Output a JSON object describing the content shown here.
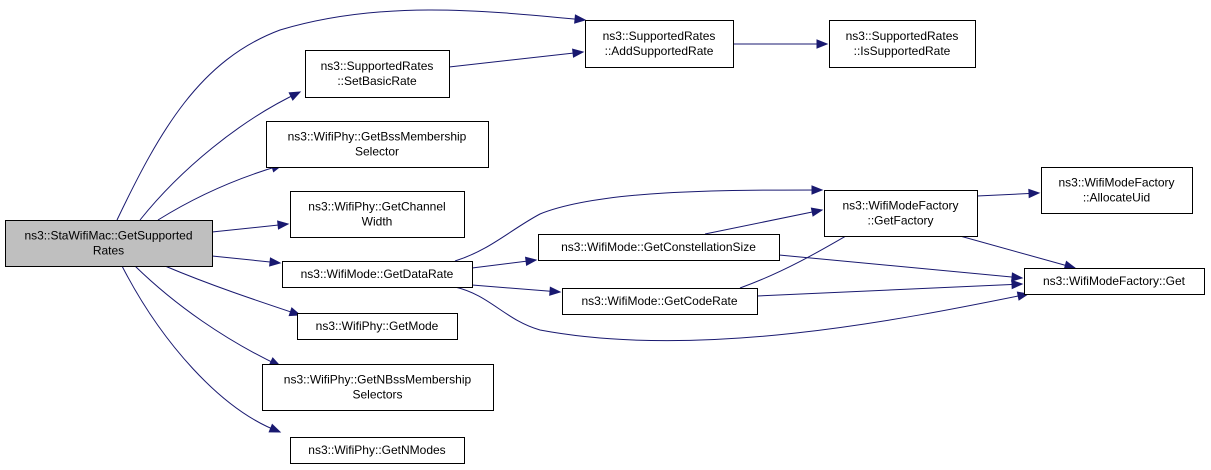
{
  "diagram": {
    "type": "call-graph",
    "colors": {
      "edge": "#191970",
      "root_fill": "#bfbfbf",
      "node_fill": "#ffffff"
    },
    "nodes": [
      {
        "id": "root",
        "lines": [
          "ns3::StaWifiMac::GetSupported",
          "Rates"
        ],
        "root": true
      },
      {
        "id": "setbasic",
        "lines": [
          "ns3::SupportedRates",
          "::SetBasicRate"
        ]
      },
      {
        "id": "addsupp",
        "lines": [
          "ns3::SupportedRates",
          "::AddSupportedRate"
        ]
      },
      {
        "id": "issupp",
        "lines": [
          "ns3::SupportedRates",
          "::IsSupportedRate"
        ]
      },
      {
        "id": "bss",
        "lines": [
          "ns3::WifiPhy::GetBssMembership",
          "Selector"
        ]
      },
      {
        "id": "chw",
        "lines": [
          "ns3::WifiPhy::GetChannel",
          "Width"
        ]
      },
      {
        "id": "datarate",
        "lines": [
          "ns3::WifiMode::GetDataRate"
        ]
      },
      {
        "id": "constsize",
        "lines": [
          "ns3::WifiMode::GetConstellationSize"
        ]
      },
      {
        "id": "coderate",
        "lines": [
          "ns3::WifiMode::GetCodeRate"
        ]
      },
      {
        "id": "factory",
        "lines": [
          "ns3::WifiModeFactory",
          "::GetFactory"
        ]
      },
      {
        "id": "alloc",
        "lines": [
          "ns3::WifiModeFactory",
          "::AllocateUid"
        ]
      },
      {
        "id": "get",
        "lines": [
          "ns3::WifiModeFactory::Get"
        ]
      },
      {
        "id": "getmode",
        "lines": [
          "ns3::WifiPhy::GetMode"
        ]
      },
      {
        "id": "nbss",
        "lines": [
          "ns3::WifiPhy::GetNBssMembership",
          "Selectors"
        ]
      },
      {
        "id": "nmodes",
        "lines": [
          "ns3::WifiPhy::GetNModes"
        ]
      }
    ],
    "edges": [
      [
        "root",
        "addsupp"
      ],
      [
        "root",
        "setbasic"
      ],
      [
        "root",
        "bss"
      ],
      [
        "root",
        "chw"
      ],
      [
        "root",
        "datarate"
      ],
      [
        "root",
        "getmode"
      ],
      [
        "root",
        "nbss"
      ],
      [
        "root",
        "nmodes"
      ],
      [
        "setbasic",
        "addsupp"
      ],
      [
        "addsupp",
        "issupp"
      ],
      [
        "datarate",
        "factory"
      ],
      [
        "datarate",
        "constsize"
      ],
      [
        "datarate",
        "coderate"
      ],
      [
        "datarate",
        "get"
      ],
      [
        "constsize",
        "factory"
      ],
      [
        "constsize",
        "get"
      ],
      [
        "coderate",
        "factory"
      ],
      [
        "coderate",
        "get"
      ],
      [
        "factory",
        "alloc"
      ],
      [
        "factory",
        "get"
      ]
    ]
  }
}
